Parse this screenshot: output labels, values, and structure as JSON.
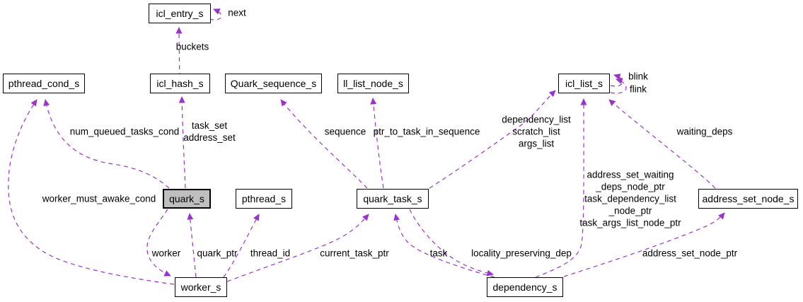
{
  "diagram": {
    "kind": "collaboration-graph",
    "colors": {
      "edge": "#9a32cd",
      "node_border": "#000000",
      "node_fill": "#ffffff",
      "highlight_node_fill": "#bfbfbf",
      "text": "#000000",
      "background": "#ffffff"
    },
    "highlighted_node": "quark_s",
    "nodes": [
      {
        "id": "icl_entry_s",
        "label": "icl_entry_s",
        "highlighted": false
      },
      {
        "id": "pthread_cond_s",
        "label": "pthread_cond_s",
        "highlighted": false
      },
      {
        "id": "icl_hash_s",
        "label": "icl_hash_s",
        "highlighted": false
      },
      {
        "id": "Quark_sequence_s",
        "label": "Quark_sequence_s",
        "highlighted": false
      },
      {
        "id": "ll_list_node_s",
        "label": "ll_list_node_s",
        "highlighted": false
      },
      {
        "id": "icl_list_s",
        "label": "icl_list_s",
        "highlighted": false
      },
      {
        "id": "quark_s",
        "label": "quark_s",
        "highlighted": true
      },
      {
        "id": "pthread_s",
        "label": "pthread_s",
        "highlighted": false
      },
      {
        "id": "quark_task_s",
        "label": "quark_task_s",
        "highlighted": false
      },
      {
        "id": "address_set_node_s",
        "label": "address_set_node_s",
        "highlighted": false
      },
      {
        "id": "worker_s",
        "label": "worker_s",
        "highlighted": false
      },
      {
        "id": "dependency_s",
        "label": "dependency_s",
        "highlighted": false
      }
    ],
    "edges": [
      {
        "from": "icl_entry_s",
        "to": "icl_entry_s",
        "label": "next"
      },
      {
        "from": "icl_hash_s",
        "to": "icl_entry_s",
        "label": "buckets"
      },
      {
        "from": "quark_s",
        "to": "icl_hash_s",
        "label": "task_set\naddress_set"
      },
      {
        "from": "quark_s",
        "to": "pthread_cond_s",
        "label": "num_queued_tasks_cond"
      },
      {
        "from": "worker_s",
        "to": "pthread_cond_s",
        "label": "worker_must_awake_cond"
      },
      {
        "from": "quark_task_s",
        "to": "Quark_sequence_s",
        "label": "sequence"
      },
      {
        "from": "quark_task_s",
        "to": "ll_list_node_s",
        "label": "ptr_to_task_in_sequence"
      },
      {
        "from": "quark_task_s",
        "to": "icl_list_s",
        "label": "dependency_list\nscratch_list\nargs_list"
      },
      {
        "from": "address_set_node_s",
        "to": "icl_list_s",
        "label": "waiting_deps"
      },
      {
        "from": "icl_list_s",
        "to": "icl_list_s",
        "label": "blink"
      },
      {
        "from": "icl_list_s",
        "to": "icl_list_s",
        "label": "flink"
      },
      {
        "from": "dependency_s",
        "to": "icl_list_s",
        "label": "address_set_waiting\n_deps_node_ptr\ntask_dependency_list\n_node_ptr\ntask_args_list_node_ptr"
      },
      {
        "from": "quark_s",
        "to": "worker_s",
        "label": "worker"
      },
      {
        "from": "worker_s",
        "to": "quark_s",
        "label": "quark_ptr"
      },
      {
        "from": "worker_s",
        "to": "pthread_s",
        "label": "thread_id"
      },
      {
        "from": "worker_s",
        "to": "quark_task_s",
        "label": "current_task_ptr"
      },
      {
        "from": "dependency_s",
        "to": "quark_task_s",
        "label": "task"
      },
      {
        "from": "quark_task_s",
        "to": "dependency_s",
        "label": "locality_preserving_dep"
      },
      {
        "from": "dependency_s",
        "to": "address_set_node_s",
        "label": "address_set_node_ptr"
      }
    ]
  }
}
